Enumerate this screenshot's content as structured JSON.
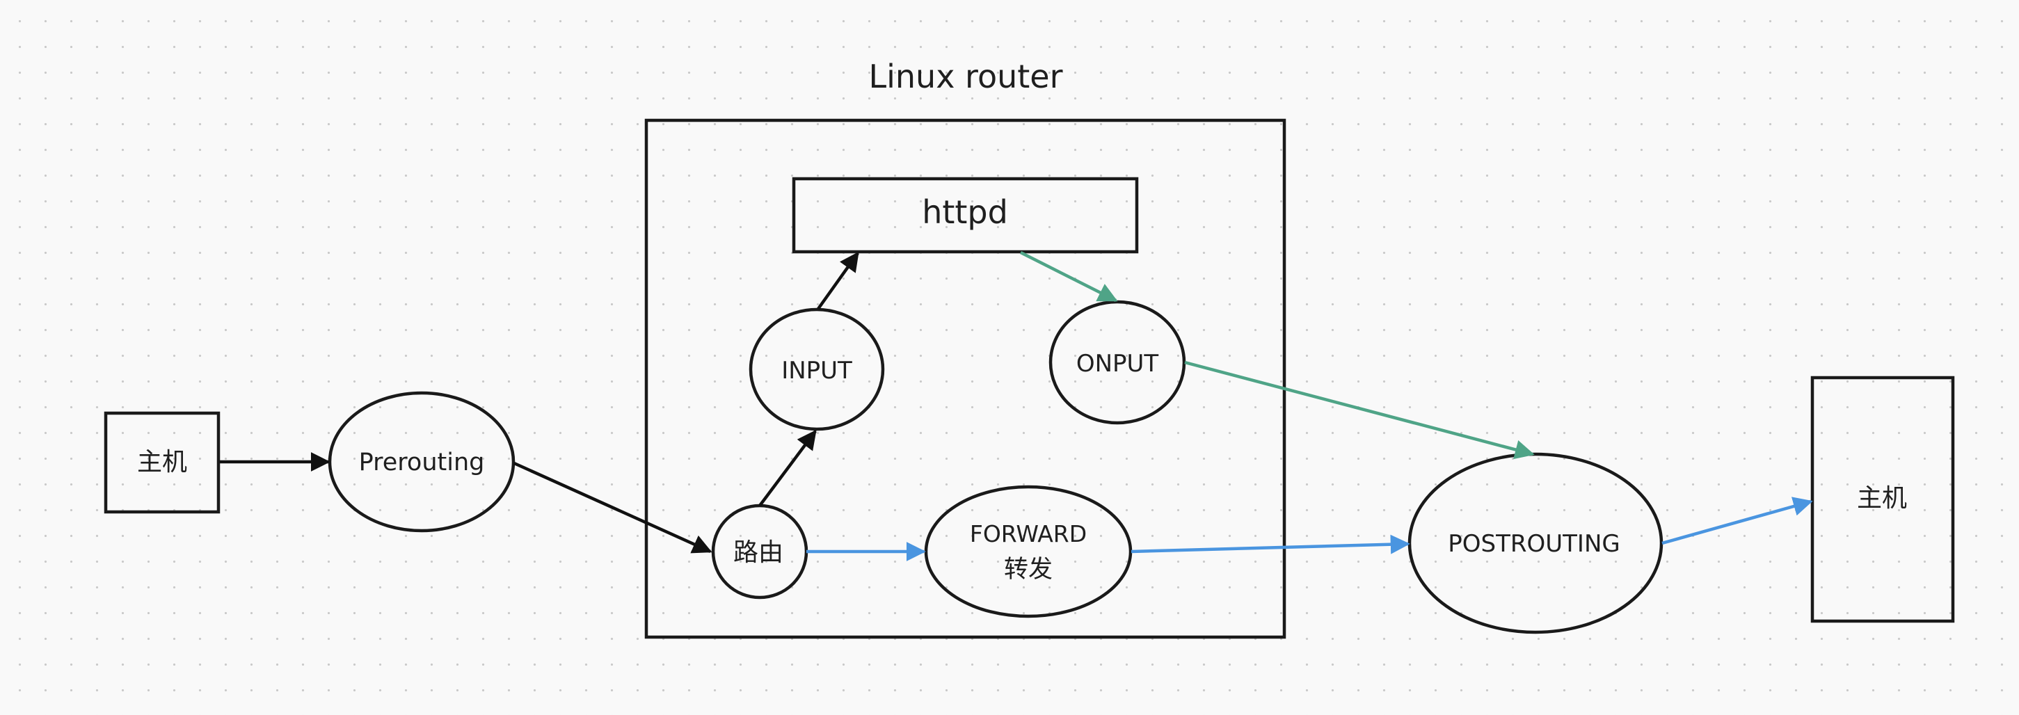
{
  "diagram": {
    "title": "Linux router",
    "nodes": {
      "host_left": "主机",
      "prerouting": "Prerouting",
      "httpd": "httpd",
      "input": "INPUT",
      "output": "ONPUT",
      "routing": "路由",
      "forward_line1": "FORWARD",
      "forward_line2": "转发",
      "postrouting": "POSTROUTING",
      "host_right": "主机"
    },
    "colors": {
      "stroke": "#1a1a1a",
      "green_arrow": "#4fa487",
      "blue_arrow": "#4a95e0",
      "background": "#f9f9f9"
    }
  }
}
